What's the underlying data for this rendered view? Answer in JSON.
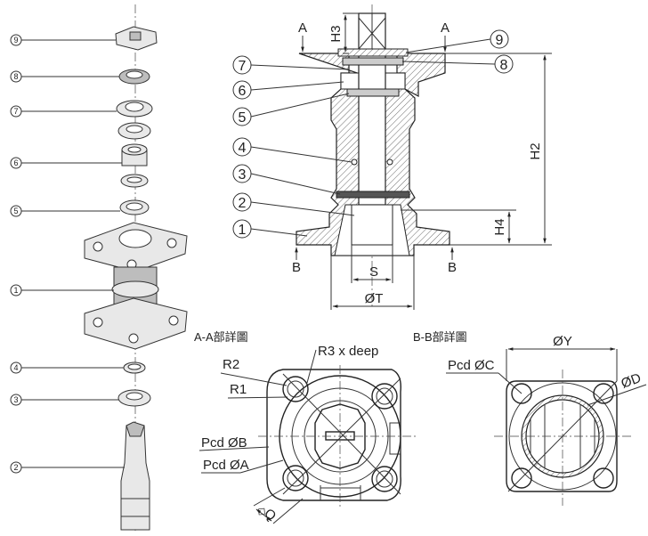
{
  "exploded_view": {
    "balloons": [
      "9",
      "8",
      "7",
      "6",
      "5",
      "1",
      "4",
      "3",
      "2"
    ]
  },
  "section_view": {
    "balloons_left": [
      "7",
      "6",
      "5",
      "4",
      "3",
      "2",
      "1"
    ],
    "balloons_right": [
      "9",
      "8"
    ],
    "section_marks": {
      "a_left": "A",
      "a_right": "A",
      "b_left": "B",
      "b_right": "B"
    },
    "dimensions": {
      "h3": "H3",
      "h2": "H2",
      "h4": "H4",
      "s": "S",
      "t": "ØT"
    }
  },
  "detail_aa": {
    "title": "A-A部詳圖",
    "labels": {
      "r3": "R3 x deep",
      "r2": "R2",
      "r1": "R1",
      "pcd_b": "Pcd ØB",
      "pcd_a": "Pcd ØA",
      "q": "Q",
      "q_symbol": "◇"
    }
  },
  "detail_bb": {
    "title": "B-B部詳圖",
    "labels": {
      "y": "ØY",
      "pcd_c": "Pcd ØC",
      "d": "ØD"
    }
  }
}
